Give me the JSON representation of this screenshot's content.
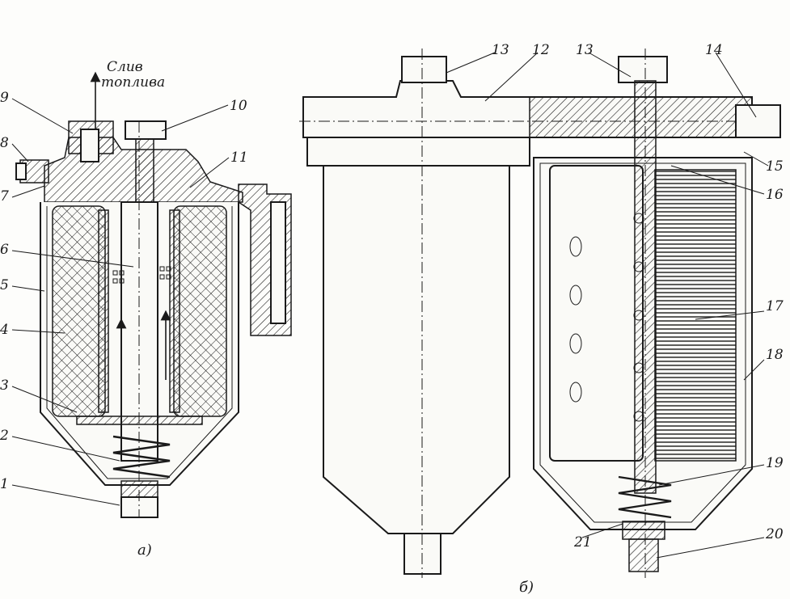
{
  "diagram": {
    "drain_label_line1": "Слив",
    "drain_label_line2": "топлива",
    "caption_a": "а)",
    "caption_b": "б)",
    "callouts": [
      "1",
      "2",
      "3",
      "4",
      "5",
      "6",
      "7",
      "8",
      "9",
      "10",
      "11",
      "12",
      "13",
      "13",
      "14",
      "15",
      "16",
      "17",
      "18",
      "19",
      "20",
      "21"
    ]
  }
}
